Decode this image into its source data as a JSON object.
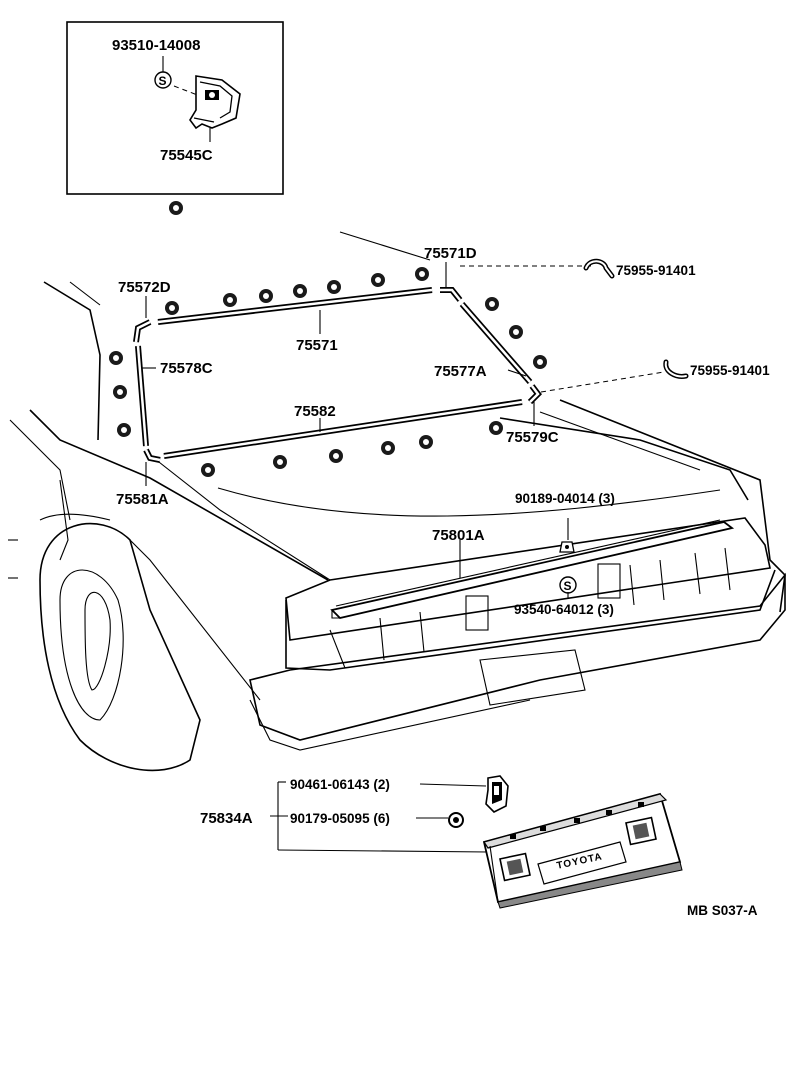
{
  "inset": {
    "part_bolt": "93510-14008",
    "part_clip": "75545C",
    "s_mark": "S"
  },
  "labels": {
    "l75571D": "75571D",
    "l75572D": "75572D",
    "l75571": "75571",
    "l75578C": "75578C",
    "l75577A": "75577A",
    "l75582": "75582",
    "l75579C": "75579C",
    "l75581A": "75581A",
    "l75955_top": "75955-91401",
    "l75955_right": "75955-91401",
    "l90189": "90189-04014 (3)",
    "l75801A": "75801A",
    "l93540": "93540-64012 (3)",
    "s_mark": "S",
    "l90461": "90461-06143 (2)",
    "l75834A": "75834A",
    "l90179": "90179-05095 (6)",
    "garnish_text": "TOYOTA",
    "diagram_code": "MB S037-A"
  }
}
